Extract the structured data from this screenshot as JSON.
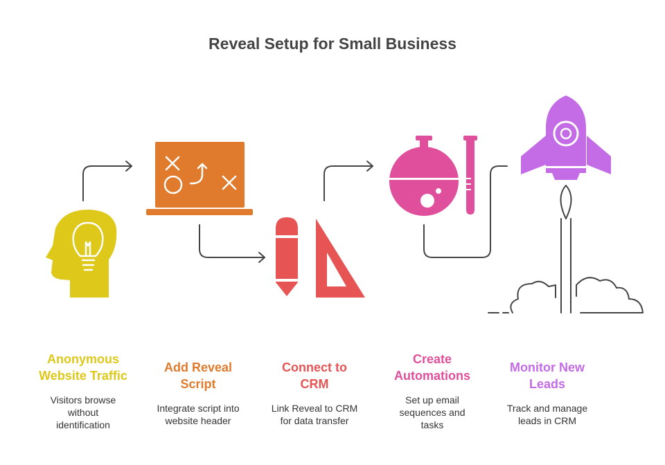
{
  "title": "Reveal Setup for Small Business",
  "steps": [
    {
      "title_line1": "Anonymous",
      "title_line2": "Website Traffic",
      "desc_line1": "Visitors browse",
      "desc_line2": "without",
      "desc_line3": "identification",
      "color": "#DEC81A",
      "icon": "head-lightbulb-icon"
    },
    {
      "title_line1": "Add Reveal",
      "title_line2": "Script",
      "desc_line1": "Integrate script into",
      "desc_line2": "website header",
      "desc_line3": "",
      "color": "#E07B2E",
      "icon": "strategy-board-icon"
    },
    {
      "title_line1": "Connect to",
      "title_line2": "CRM",
      "desc_line1": "Link Reveal to CRM",
      "desc_line2": "for data transfer",
      "desc_line3": "",
      "color": "#E65454",
      "icon": "pencil-triangle-icon"
    },
    {
      "title_line1": "Create",
      "title_line2": "Automations",
      "desc_line1": "Set up email",
      "desc_line2": "sequences and",
      "desc_line3": "tasks",
      "color": "#E04F9B",
      "icon": "flask-tube-icon"
    },
    {
      "title_line1": "Monitor New",
      "title_line2": "Leads",
      "desc_line1": "Track and manage",
      "desc_line2": "leads in CRM",
      "desc_line3": "",
      "color": "#C46BE6",
      "icon": "rocket-icon"
    }
  ]
}
